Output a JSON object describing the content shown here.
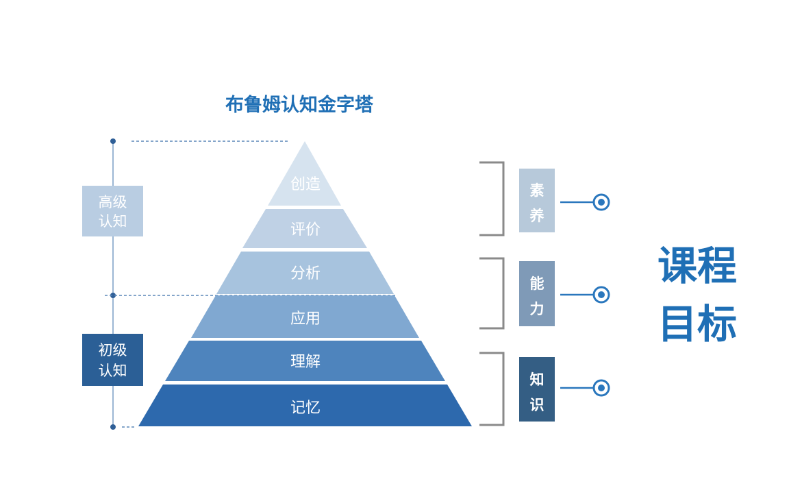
{
  "title": "布鲁姆认知金字塔",
  "pyramid_levels": [
    {
      "label": "创造"
    },
    {
      "label": "评价"
    },
    {
      "label": "分析"
    },
    {
      "label": "应用"
    },
    {
      "label": "理解"
    },
    {
      "label": "记忆"
    }
  ],
  "cognition_tiers": {
    "high": {
      "line1": "高级",
      "line2": "认知"
    },
    "low": {
      "line1": "初级",
      "line2": "认知"
    }
  },
  "outcomes": [
    {
      "char1": "素",
      "char2": "养"
    },
    {
      "char1": "能",
      "char2": "力"
    },
    {
      "char1": "知",
      "char2": "识"
    }
  ],
  "course_goal": {
    "line1": "课程",
    "line2": "目标"
  },
  "colors": {
    "title": "#1f6fb5",
    "goal_text": "#1f6fb5",
    "marker": "#2a77bd",
    "bracket": "#8a8a8a",
    "guide_line": "#5b87b8",
    "tier_high": "#b9cde2",
    "tier_low": "#2b5f96",
    "outcome_1": "#b7c9da",
    "outcome_2": "#7f9ab7",
    "outcome_3": "#345e84",
    "pyramid_levels": [
      "#d6e3ef",
      "#bfd1e5",
      "#a7c3de",
      "#80a8d1",
      "#4e84bd",
      "#2d69ad"
    ]
  }
}
